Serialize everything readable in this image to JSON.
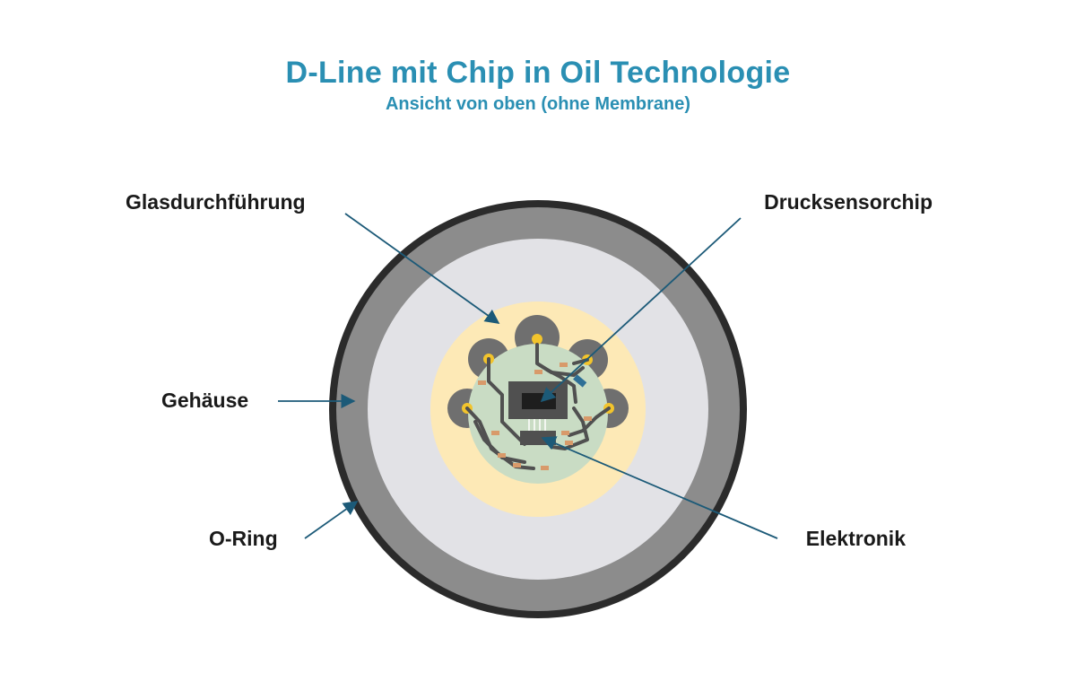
{
  "header": {
    "title": "D-Line mit Chip in Oil Technologie",
    "subtitle": "Ansicht von oben (ohne Membrane)"
  },
  "labels": {
    "glasdurchfuehrung": "Glasdurchführung",
    "drucksensorchip": "Drucksensorchip",
    "gehaeuse": "Gehäuse",
    "o_ring": "O-Ring",
    "elektronik": "Elektronik"
  },
  "colors": {
    "title": "#2a8fb3",
    "leader": "#1c5a78",
    "o_ring": "#2b2b2b",
    "housing": "#8c8c8c",
    "inner_disc": "#e2e2e6",
    "glass_seal": "#fde9b6",
    "pins": "#6f6f6f",
    "pin_core": "#f2c42c",
    "pcb": "#c9dcc4",
    "traces": "#505050",
    "chip": "#1e1e1e",
    "components": "#d89a6a",
    "resistor": "#2e6f96"
  }
}
